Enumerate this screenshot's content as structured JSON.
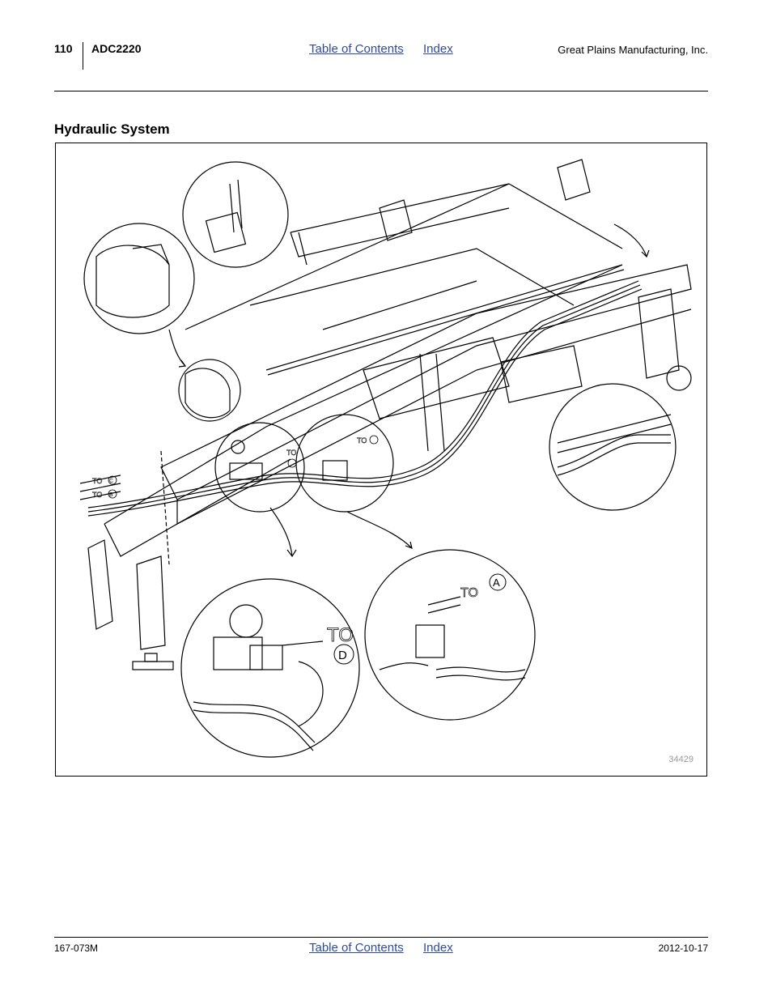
{
  "header": {
    "page_number": "110",
    "model": "ADC2220",
    "links": {
      "toc": "Table of Contents",
      "index": "Index"
    },
    "company": "Great Plains Manufacturing, Inc."
  },
  "section": {
    "title": "Hydraulic System"
  },
  "figure": {
    "number": "34429",
    "callouts": {
      "to_a": "TO",
      "to_b": "TO",
      "to_c": "TO",
      "to_d": "TO",
      "letter_a": "A",
      "letter_b": "B",
      "letter_c": "C",
      "letter_d": "D"
    }
  },
  "footer": {
    "doc_number": "167-073M",
    "links": {
      "toc": "Table of Contents",
      "index": "Index"
    },
    "date": "2012-10-17"
  }
}
